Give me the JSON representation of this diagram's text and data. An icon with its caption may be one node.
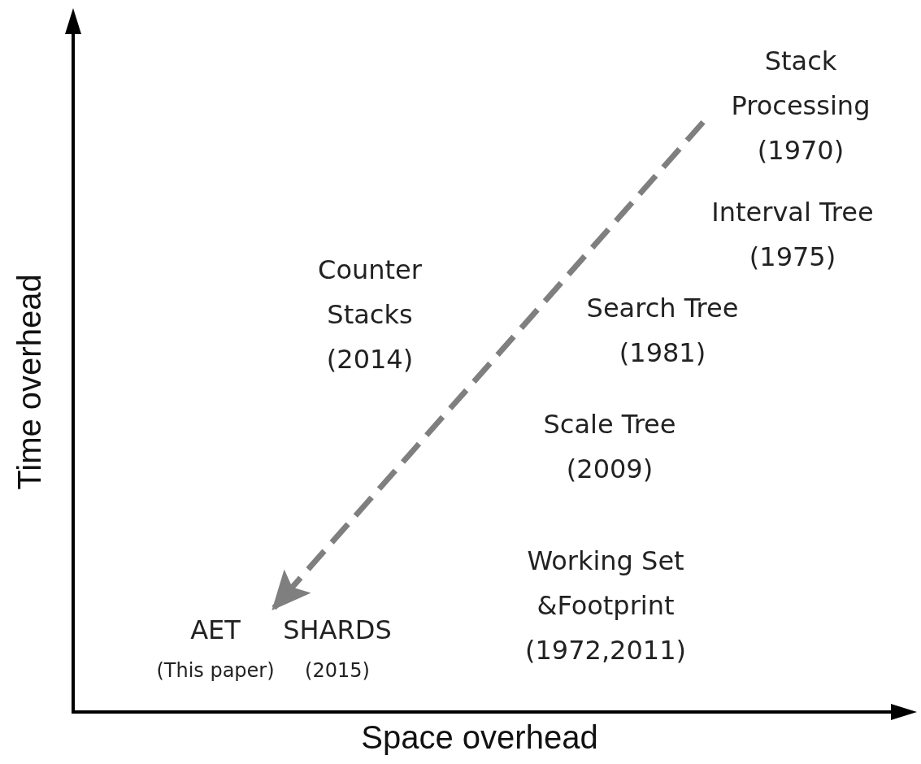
{
  "diagram": {
    "nodes": [
      {
        "text": [
          "Stack Processing (1970)"
        ]
      },
      {
        "text": [
          "Interval Tree (1975)"
        ]
      },
      {
        "text": [
          "Counter Stacks (2014)"
        ]
      },
      {
        "text": [
          "Search Tree (1981)"
        ]
      },
      {
        "text": [
          "Scale Tree (2009)"
        ]
      },
      {
        "text": [
          "Working Set &Footprint (1972,2011)"
        ]
      },
      {
        "text": [
          "AET",
          "(This paper)"
        ]
      },
      {
        "text": [
          "SHARDS",
          "(2015)"
        ]
      }
    ],
    "edges": [
      {
        "from": 0,
        "to": 6,
        "arrow": "to",
        "style": "dashed",
        "color": "#7f7f7f"
      }
    ],
    "labels": [
      "Time overhead",
      "Space overhead"
    ]
  }
}
